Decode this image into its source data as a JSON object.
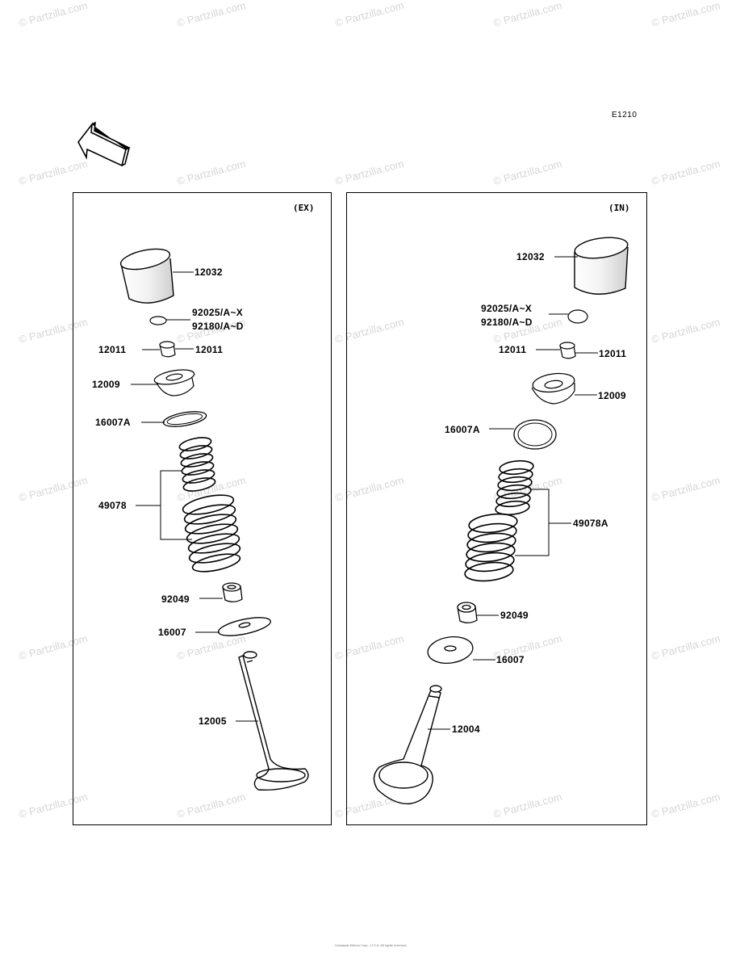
{
  "figure_code": "E1210",
  "front_label": "FRONT",
  "watermark": "© Partzilla.com",
  "footer_line1": "Kawasaki Motors Corp., U.S.A. All rights reserved.",
  "footer_line2": "",
  "panels": {
    "ex": {
      "label": "(EX)"
    },
    "in": {
      "label": "(IN)"
    }
  },
  "parts": {
    "ex_tappet": "12032",
    "ex_shim_a": "92025/A~X",
    "ex_shim_b": "92180/A~D",
    "ex_cotter_l": "12011",
    "ex_cotter_r": "12011",
    "ex_retainer": "12009",
    "ex_seat": "16007A",
    "ex_spring": "49078",
    "ex_seal": "92049",
    "ex_washer": "16007",
    "ex_valve": "12005",
    "in_tappet": "12032",
    "in_shim_a": "92025/A~X",
    "in_shim_b": "92180/A~D",
    "in_cotter_l": "12011",
    "in_cotter_r": "12011",
    "in_retainer": "12009",
    "in_seat": "16007A",
    "in_spring": "49078A",
    "in_seal": "92049",
    "in_washer": "16007",
    "in_valve": "12004"
  }
}
